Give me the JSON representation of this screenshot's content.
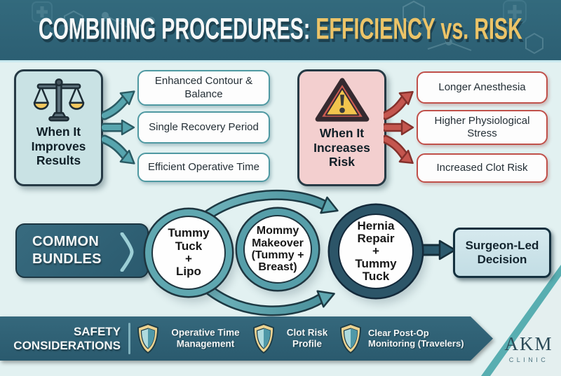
{
  "header": {
    "title_main": "COMBINING PROCEDURES: ",
    "title_accent": "EFFICIENCY vs. RISK"
  },
  "benefits": {
    "panel_title": "When It Improves Results",
    "icon": "balance-scale-icon",
    "items": [
      {
        "label": "Enhanced Contour & Balance"
      },
      {
        "label": "Single Recovery Period"
      },
      {
        "label": "Efficient Operative Time"
      }
    ]
  },
  "risks": {
    "panel_title": "When It Increases Risk",
    "icon": "warning-triangle-icon",
    "items": [
      {
        "label": "Longer Anesthesia"
      },
      {
        "label": "Higher Physiological Stress"
      },
      {
        "label": "Increased Clot Risk"
      }
    ]
  },
  "bundles": {
    "label": "COMMON BUNDLES",
    "circles": [
      {
        "label": "Tummy\nTuck\n+\nLipo"
      },
      {
        "label": "Mommy\nMakeover\n(Tummy +\nBreast)"
      },
      {
        "label": "Hernia\nRepair\n+\nTummy\nTuck"
      }
    ],
    "outcome": "Surgeon-Led\nDecision"
  },
  "safety": {
    "label": "SAFETY CONSIDERATIONS",
    "items": [
      {
        "icon": "shield-icon",
        "label": "Operative Time\nManagement"
      },
      {
        "icon": "shield-icon",
        "label": "Clot Risk\nProfile"
      },
      {
        "icon": "shield-icon",
        "label": "Clear Post-Op\nMonitoring (Travelers)"
      }
    ]
  },
  "brand": {
    "name": "AKM",
    "subtitle": "CLINIC"
  },
  "colors": {
    "header_bg": "#2f6377",
    "accent_gold": "#ecc468",
    "teal": "#4f99a2",
    "dark_teal": "#2c5568",
    "risk_red": "#c0504a",
    "benefit_panel_bg": "#c9e2e4",
    "risk_panel_bg": "#f3cfcf",
    "body_bg": "#e2f1f1",
    "shield_gold": "#ecd391"
  }
}
